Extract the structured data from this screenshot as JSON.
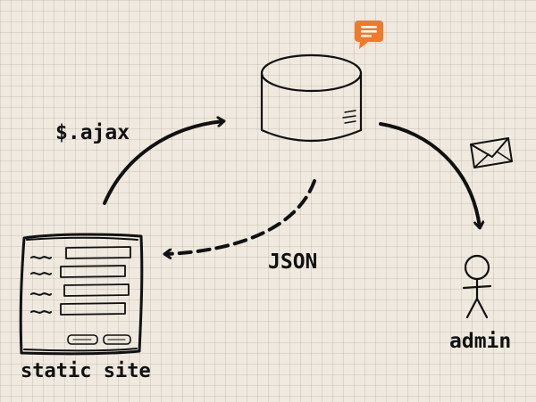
{
  "labels": {
    "ajax": "$.ajax",
    "json": "JSON",
    "static_site": "static site",
    "admin": "admin"
  },
  "icons": {
    "database": "database-icon",
    "comment": "comment-icon",
    "envelope": "envelope-icon",
    "person": "person-icon",
    "webpage": "webpage-form-icon"
  },
  "colors": {
    "comment_badge": "#f07a2a",
    "ink": "#111111",
    "paper": "#efe9df"
  }
}
